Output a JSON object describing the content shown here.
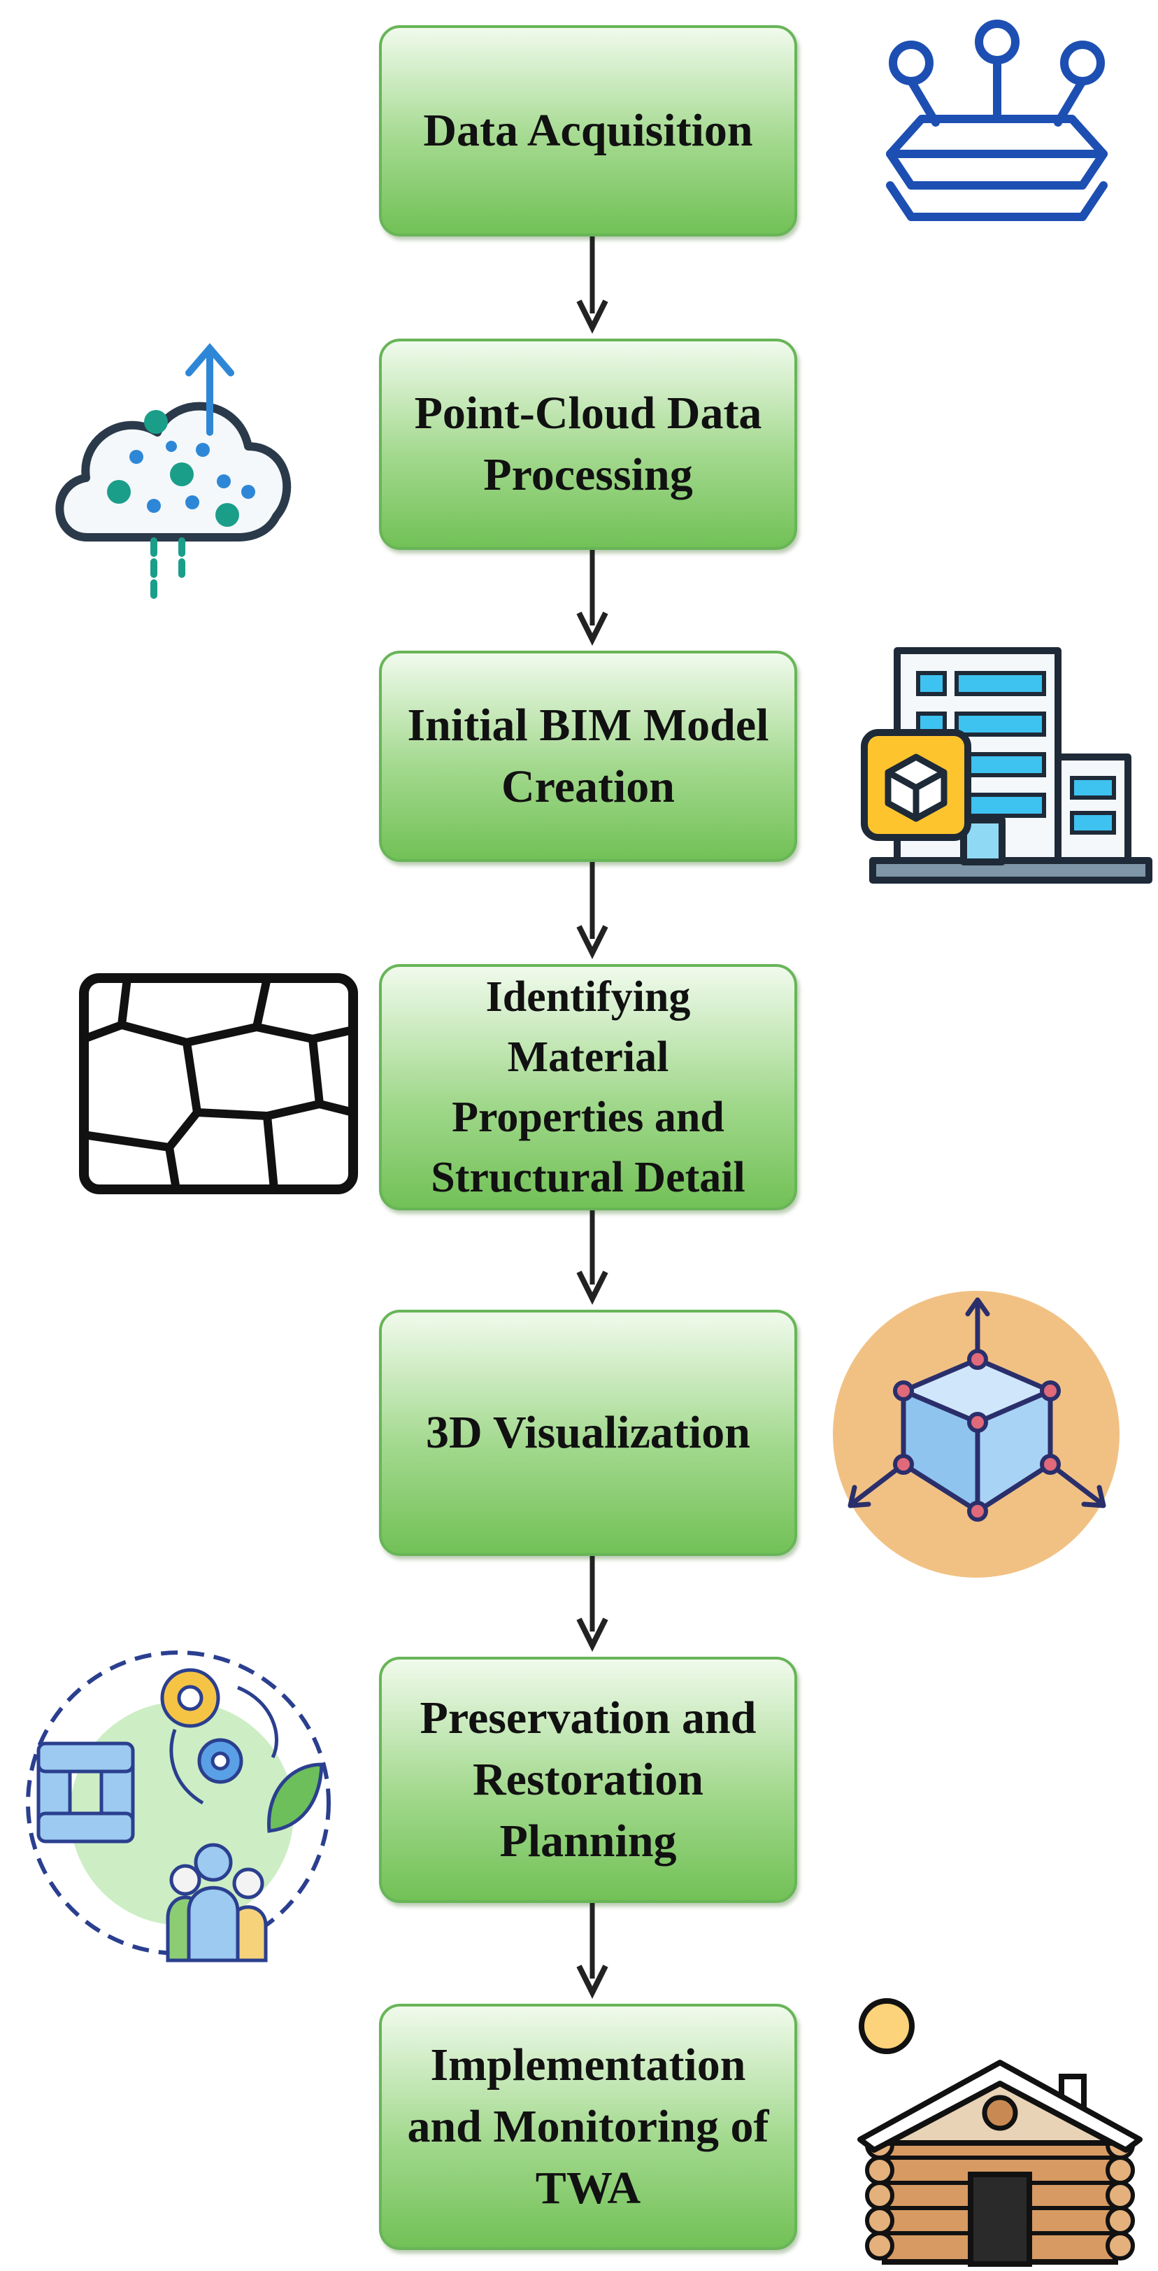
{
  "steps": [
    {
      "label": "Data Acquisition",
      "icon": "layers-network-icon"
    },
    {
      "label": "Point-Cloud Data\nProcessing",
      "icon": "cloud-points-icon"
    },
    {
      "label": "Initial BIM Model\nCreation",
      "icon": "bim-building-icon"
    },
    {
      "label": "Identifying\nMaterial\nProperties and\nStructural Detail",
      "icon": "material-cracks-icon"
    },
    {
      "label": "3D Visualization",
      "icon": "cube-3d-icon"
    },
    {
      "label": "Preservation and\nRestoration\nPlanning",
      "icon": "collaboration-planning-icon"
    },
    {
      "label": "Implementation\nand Monitoring of\nTWA",
      "icon": "log-cabin-icon"
    }
  ],
  "colors": {
    "box_border": "#68b558",
    "box_fill_top": "#f0faec",
    "box_fill_bottom": "#72c157",
    "arrow": "#222222",
    "icon_blue": "#1d4fb3",
    "icon_teal": "#1a9e8a",
    "icon_orange": "#f1c184"
  }
}
